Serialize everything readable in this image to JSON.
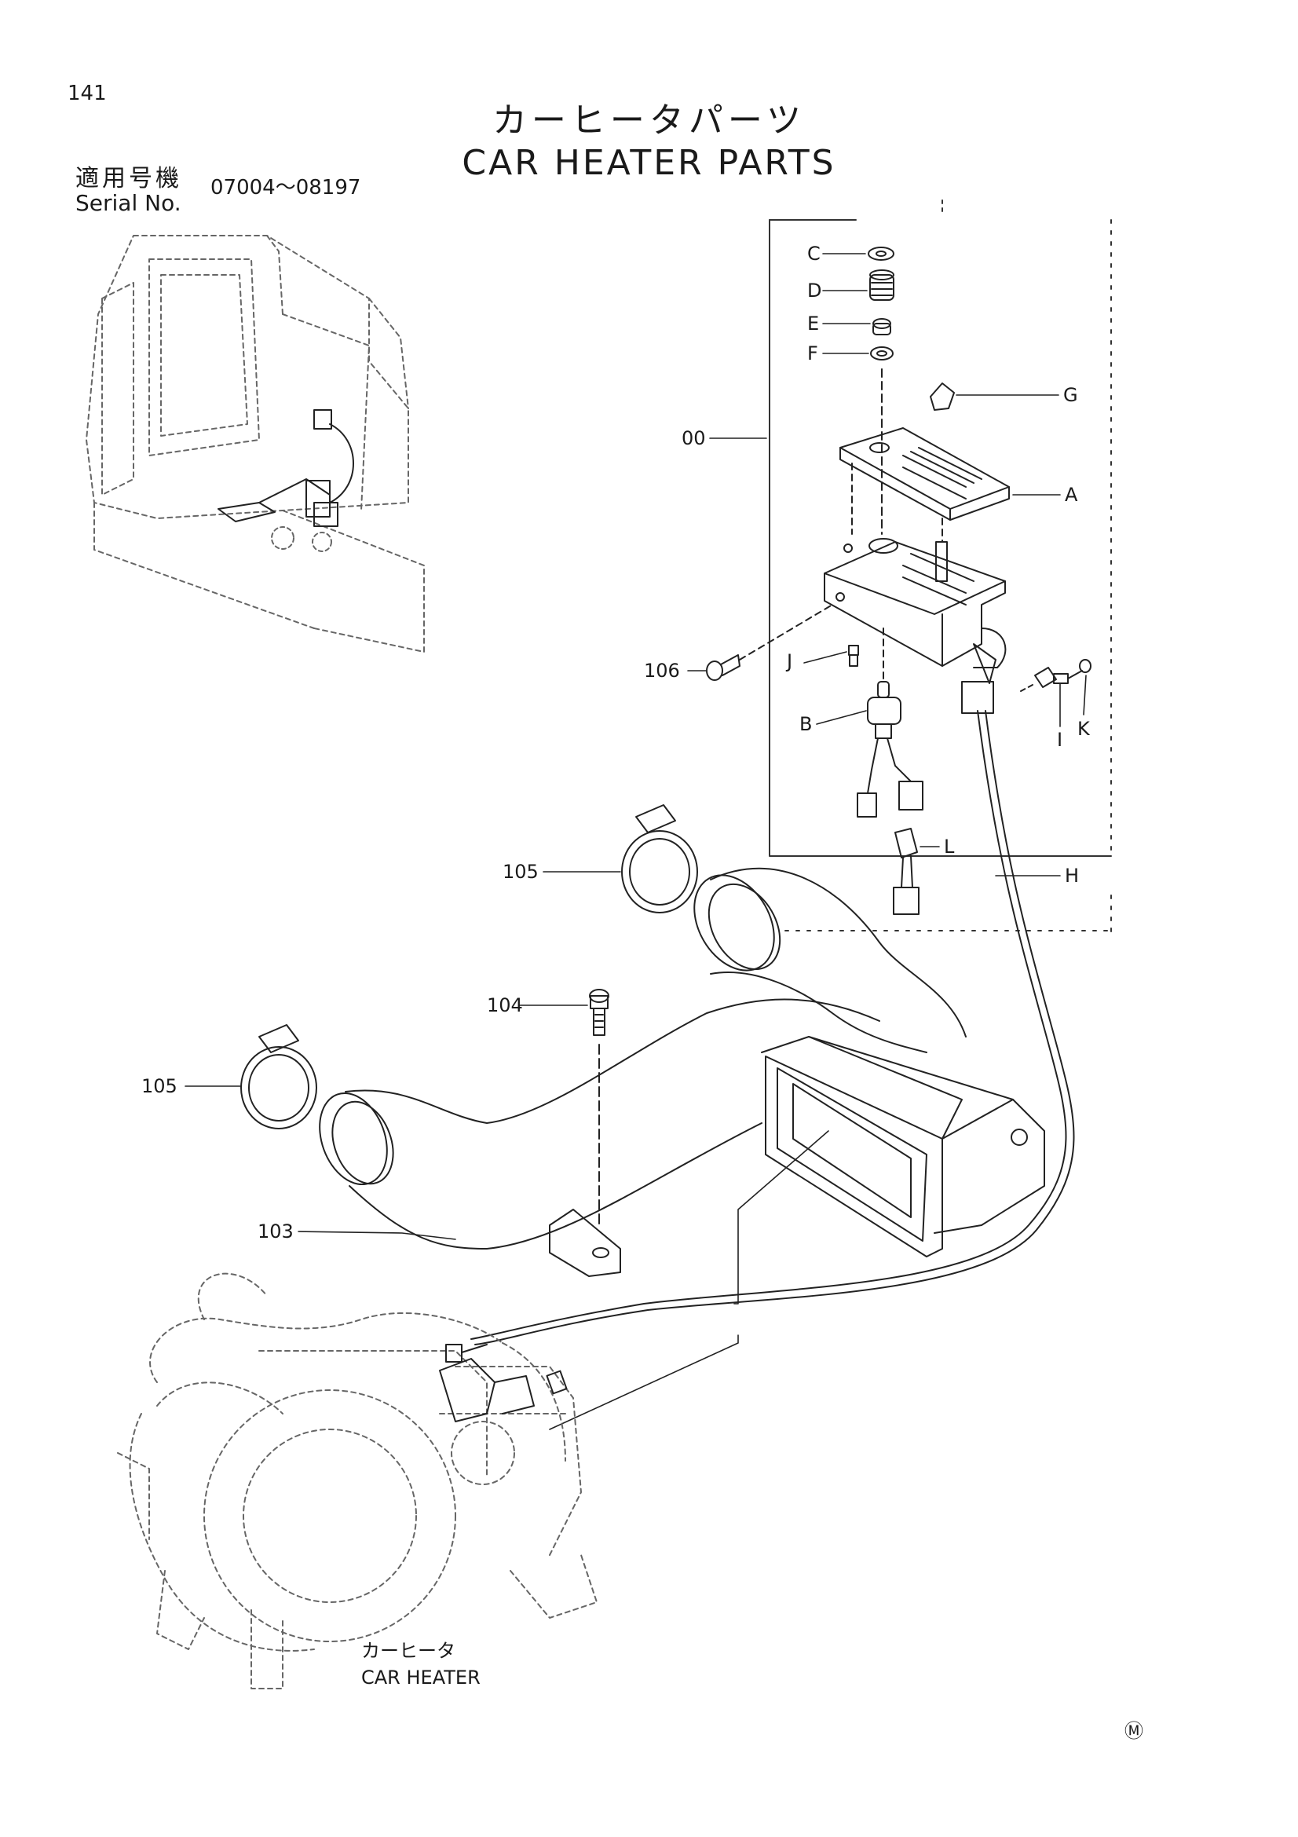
{
  "page": {
    "number": "141"
  },
  "title": {
    "jp": "カーヒータパーツ",
    "en": "CAR HEATER PARTS"
  },
  "serial": {
    "label_jp": "適用号機",
    "label_en": "Serial No.",
    "range": "07004～08197"
  },
  "callouts": {
    "c": "C",
    "d": "D",
    "e": "E",
    "f": "F",
    "g": "G",
    "a": "A",
    "p00": "00",
    "p106": "106",
    "j": "J",
    "b": "B",
    "i": "I",
    "k": "K",
    "l": "L",
    "h": "H",
    "p105a": "105",
    "p104": "104",
    "p105b": "105",
    "p103": "103"
  },
  "caption": {
    "jp": "カーヒータ",
    "en": "CAR HEATER"
  },
  "mark": "Ⓜ"
}
